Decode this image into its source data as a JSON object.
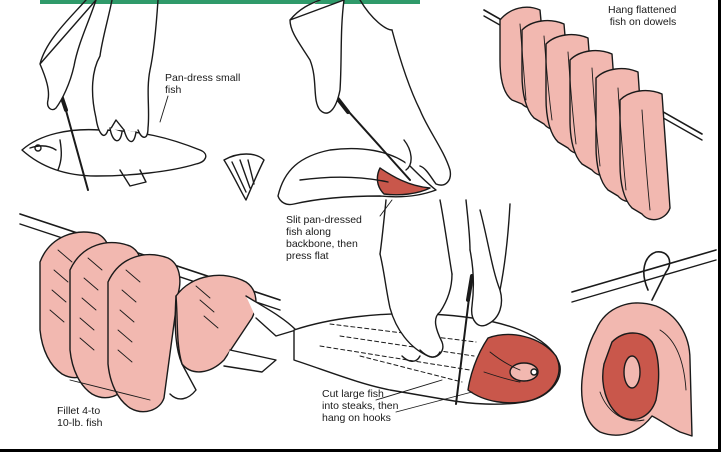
{
  "labels": {
    "pan_dress": "Pan-dress small\nfish",
    "hang_flattened": "Hang flattened\nfish on dowels",
    "slit": "Slit pan-dressed\nfish along\nbackbone, then\npress flat",
    "fillet": "Fillet 4-to\n10-lb. fish",
    "cut_steaks": "Cut large fish\ninto steaks, then\nhang on hooks"
  },
  "colors": {
    "flesh": "#f2b8b0",
    "flesh_dark": "#c9574b",
    "line": "#1a1a1a",
    "title_strip": "#2f9a6a"
  }
}
